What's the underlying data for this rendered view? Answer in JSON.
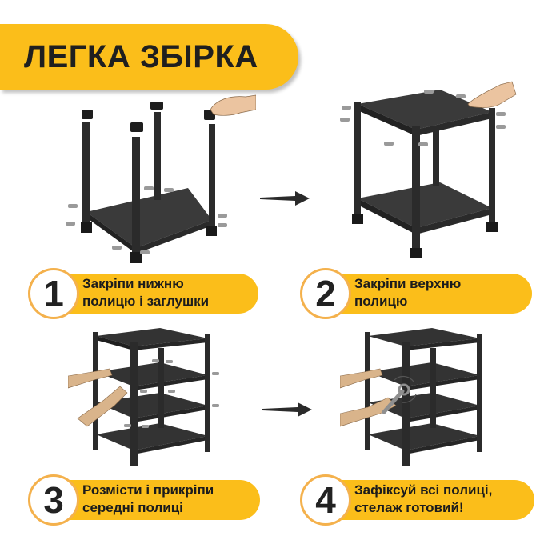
{
  "header": {
    "title": "ЛЕГКА ЗБІРКА",
    "accent_color": "#FBBE1A"
  },
  "steps": [
    {
      "number": "1",
      "line1": "Закріпи нижню",
      "line2": "полицю і заглушки",
      "illustration": "frame-legs-bottom-shelf-caps"
    },
    {
      "number": "2",
      "line1": "Закріпи верхню",
      "line2": "полицю",
      "illustration": "two-shelf-frame-top-shelf"
    },
    {
      "number": "3",
      "line1": "Розмісти і прикріпи",
      "line2": "середні полиці",
      "illustration": "four-shelf-frame-hands-inserting"
    },
    {
      "number": "4",
      "line1": "Зафіксуй всі полиці,",
      "line2": "стелаж готовий!",
      "illustration": "four-shelf-frame-wrench"
    }
  ],
  "arrows": [
    {
      "name": "arrow-right-1"
    },
    {
      "name": "arrow-right-2"
    }
  ],
  "colors": {
    "pill": "#FBBE1A",
    "circle_border": "#F4B14C",
    "text": "#1c1c1c",
    "metal": "#2e2e2e"
  }
}
